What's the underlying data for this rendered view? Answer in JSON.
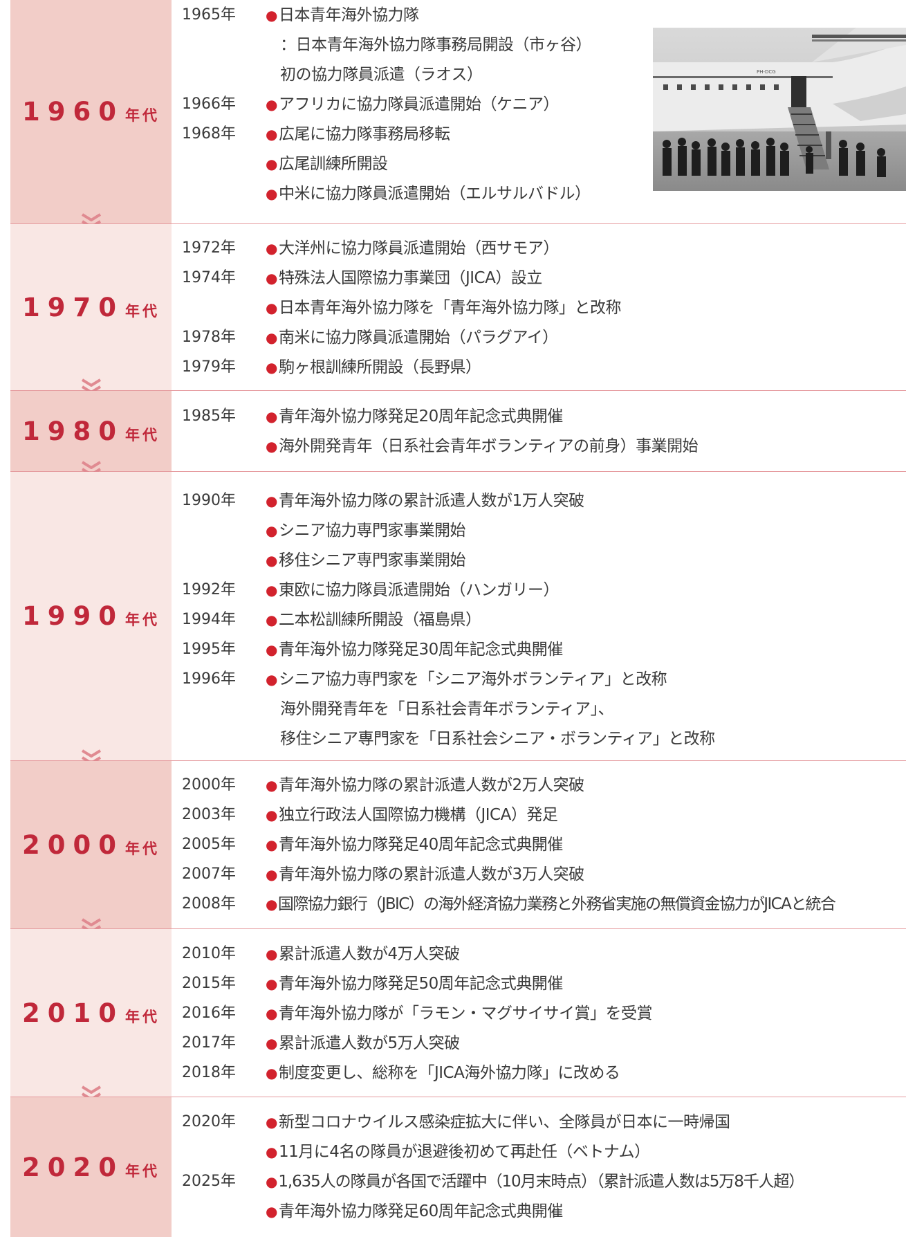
{
  "sections": [
    {
      "decade": "1960",
      "suffix": "年代",
      "rows": [
        {
          "year": "1965年",
          "text": "日本青年海外協力隊",
          "bullet": true
        },
        {
          "year": "",
          "text": "：日本青年海外協力隊事務局開設（市ヶ谷）",
          "bullet": false
        },
        {
          "year": "",
          "text": "初の協力隊員派遣（ラオス）",
          "bullet": false
        },
        {
          "year": "1966年",
          "text": "アフリカに協力隊員派遣開始（ケニア）",
          "bullet": true
        },
        {
          "year": "1968年",
          "text": "広尾に協力隊事務局移転",
          "bullet": true
        },
        {
          "year": "",
          "text": "広尾訓練所開設",
          "bullet": true
        },
        {
          "year": "",
          "text": "中米に協力隊員派遣開始（エルサルバドル）",
          "bullet": true
        }
      ]
    },
    {
      "decade": "1970",
      "suffix": "年代",
      "rows": [
        {
          "year": "1972年",
          "text": "大洋州に協力隊員派遣開始（西サモア）",
          "bullet": true
        },
        {
          "year": "1974年",
          "text": "特殊法人国際協力事業団（JICA）設立",
          "bullet": true
        },
        {
          "year": "",
          "text": "日本青年海外協力隊を「青年海外協力隊」と改称",
          "bullet": true
        },
        {
          "year": "1978年",
          "text": "南米に協力隊員派遣開始（パラグアイ）",
          "bullet": true
        },
        {
          "year": "1979年",
          "text": "駒ヶ根訓練所開設（長野県）",
          "bullet": true
        }
      ]
    },
    {
      "decade": "1980",
      "suffix": "年代",
      "rows": [
        {
          "year": "1985年",
          "text": "青年海外協力隊発足20周年記念式典開催",
          "bullet": true
        },
        {
          "year": "",
          "text": "海外開発青年（日系社会青年ボランティアの前身）事業開始",
          "bullet": true
        }
      ]
    },
    {
      "decade": "1990",
      "suffix": "年代",
      "rows": [
        {
          "year": "1990年",
          "text": "青年海外協力隊の累計派遣人数が1万人突破",
          "bullet": true
        },
        {
          "year": "",
          "text": "シニア協力専門家事業開始",
          "bullet": true
        },
        {
          "year": "",
          "text": "移住シニア専門家事業開始",
          "bullet": true
        },
        {
          "year": "1992年",
          "text": "東欧に協力隊員派遣開始（ハンガリー）",
          "bullet": true
        },
        {
          "year": "1994年",
          "text": "二本松訓練所開設（福島県）",
          "bullet": true
        },
        {
          "year": "1995年",
          "text": "青年海外協力隊発足30周年記念式典開催",
          "bullet": true
        },
        {
          "year": "1996年",
          "text": "シニア協力専門家を「シニア海外ボランティア」と改称",
          "bullet": true
        },
        {
          "year": "",
          "text": "海外開発青年を「日系社会青年ボランティア」、",
          "bullet": false
        },
        {
          "year": "",
          "text": "移住シニア専門家を「日系社会シニア・ボランティア」と改称",
          "bullet": false
        }
      ]
    },
    {
      "decade": "2000",
      "suffix": "年代",
      "rows": [
        {
          "year": "2000年",
          "text": "青年海外協力隊の累計派遣人数が2万人突破",
          "bullet": true
        },
        {
          "year": "2003年",
          "text": "独立行政法人国際協力機構（JICA）発足",
          "bullet": true
        },
        {
          "year": "2005年",
          "text": "青年海外協力隊発足40周年記念式典開催",
          "bullet": true
        },
        {
          "year": "2007年",
          "text": "青年海外協力隊の累計派遣人数が3万人突破",
          "bullet": true
        },
        {
          "year": "2008年",
          "text": "国際協力銀行（JBIC）の海外経済協力業務と外務省実施の無償資金協力がJICAと統合",
          "bullet": true
        }
      ]
    },
    {
      "decade": "2010",
      "suffix": "年代",
      "rows": [
        {
          "year": "2010年",
          "text": "累計派遣人数が4万人突破",
          "bullet": true
        },
        {
          "year": "2015年",
          "text": "青年海外協力隊発足50周年記念式典開催",
          "bullet": true
        },
        {
          "year": "2016年",
          "text": "青年海外協力隊が「ラモン・マグサイサイ賞」を受賞",
          "bullet": true
        },
        {
          "year": "2017年",
          "text": "累計派遣人数が5万人突破",
          "bullet": true
        },
        {
          "year": "2018年",
          "text": "制度変更し、総称を「JICA海外協力隊」に改める",
          "bullet": true
        }
      ]
    },
    {
      "decade": "2020",
      "suffix": "年代",
      "rows": [
        {
          "year": "2020年",
          "text": "新型コロナウイルス感染症拡大に伴い、全隊員が日本に一時帰国",
          "bullet": true
        },
        {
          "year": "",
          "text": "11月に4名の隊員が退避後初めて再赴任（ベトナム）",
          "bullet": true
        },
        {
          "year": "2025年",
          "text": "1,635人の隊員が各国で活躍中（10月末時点）（累計派遣人数は5万8千人超）",
          "bullet": true
        },
        {
          "year": "",
          "text": "青年海外協力隊発足60周年記念式典開催",
          "bullet": true
        }
      ]
    }
  ],
  "bullet_char": "●",
  "colors": {
    "accent": "#c0283a",
    "bullet": "#d2222d",
    "box_dark": "#f2cdc8",
    "box_light": "#f9e7e4",
    "divider": "#e59a9e"
  }
}
